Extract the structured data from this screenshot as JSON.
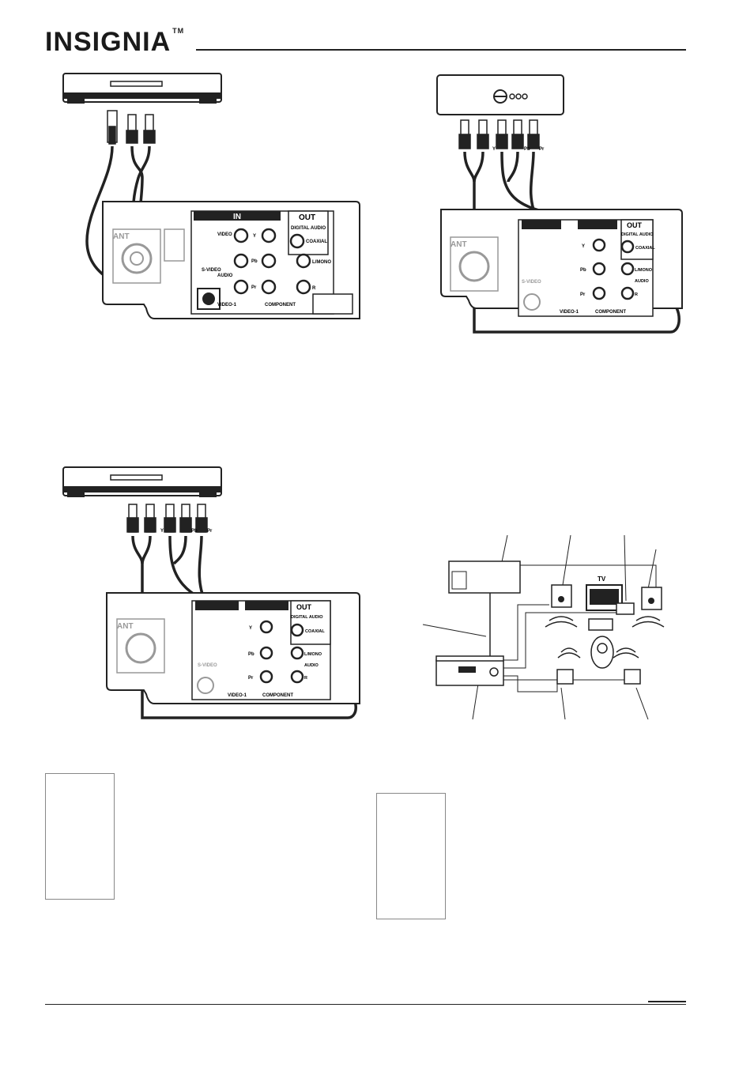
{
  "brand": {
    "name": "INSIGNIA",
    "tm": "TM"
  },
  "figure1": {
    "panel_in": "IN",
    "panel_out": "OUT",
    "digital_audio": "DIGITAL AUDIO",
    "coaxial": "COAXIAL",
    "video": "VIDEO",
    "y": "Y",
    "pb": "Pb",
    "pr": "Pr",
    "l_mono": "L/MONO",
    "audio": "AUDIO",
    "r": "R",
    "s_video": "S-VIDEO",
    "video1": "VIDEO-1",
    "component": "COMPONENT",
    "ant": "ANT"
  },
  "figure2": {
    "y": "Y",
    "pb": "Pb",
    "pr": "Pr",
    "digital_audio": "DIGITAL AUDIO",
    "coaxial": "COAXIAL",
    "out": "OUT",
    "l_mono": "L/MONO",
    "audio": "AUDIO",
    "r": "R",
    "s_video": "S-VIDEO",
    "video1": "VIDEO-1",
    "component": "COMPONENT",
    "ant": "ANT"
  },
  "figure3": {
    "y": "Y",
    "pb": "Pb",
    "pr": "Pr",
    "out": "OUT",
    "digital_audio": "DIGITAL AUDIO",
    "coaxial": "COAXIAL",
    "l_mono": "L/MONO",
    "audio": "AUDIO",
    "r": "R",
    "s_video": "S-VIDEO",
    "video1": "VIDEO-1",
    "component": "COMPONENT",
    "ant": "ANT"
  },
  "figure4": {
    "tv": "TV"
  }
}
